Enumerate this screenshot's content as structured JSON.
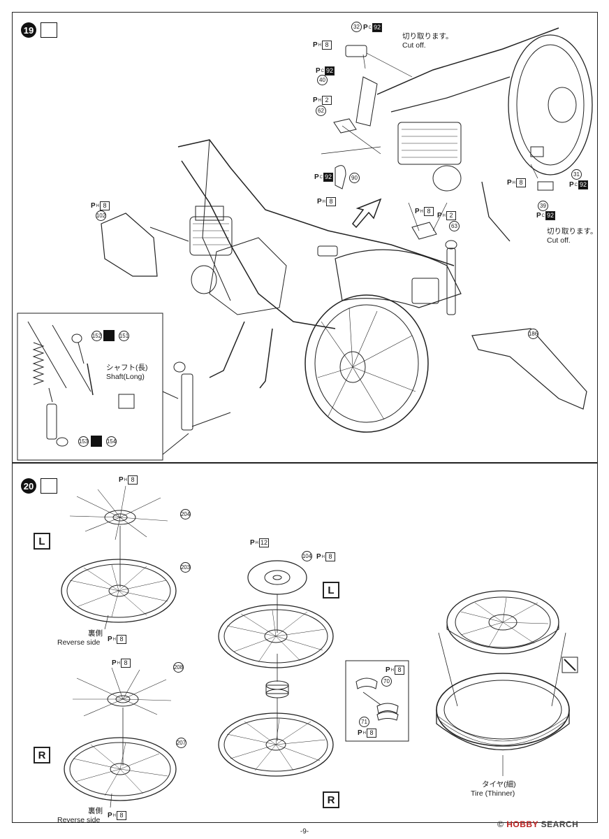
{
  "page_number": "-9-",
  "watermark": {
    "brand": "HOBBY",
    "brand2": "SEARCH",
    "logo_mark": "©"
  },
  "steps": [
    {
      "number": "19",
      "icon": "glue-hand-icon"
    },
    {
      "number": "20",
      "icon": "glue-hand-icon"
    }
  ],
  "step19": {
    "cut_off_top": {
      "jp": "切り取ります。",
      "en": "Cut off."
    },
    "cut_off_right": {
      "jp": "切り取ります。",
      "en": "Cut off."
    },
    "shaft_label": {
      "jp": "シャフト(長)",
      "en": "Shaft(Long)"
    },
    "tags": [
      {
        "id": "t1",
        "p": "P",
        "sub": "H",
        "num": "8"
      },
      {
        "id": "t2",
        "p": "P",
        "sub": "C",
        "num": "92"
      },
      {
        "id": "t3",
        "p": "P",
        "sub": "C",
        "num": "92"
      },
      {
        "id": "t4",
        "p": "P",
        "sub": "H",
        "num": "2"
      },
      {
        "id": "t5",
        "p": "P",
        "sub": "C",
        "num": "92"
      },
      {
        "id": "t6",
        "p": "P",
        "sub": "H",
        "num": "8"
      },
      {
        "id": "t7",
        "p": "P",
        "sub": "H",
        "num": "8"
      },
      {
        "id": "t8",
        "p": "P",
        "sub": "H",
        "num": "8"
      },
      {
        "id": "t9",
        "p": "P",
        "sub": "H",
        "num": "2"
      },
      {
        "id": "t10",
        "p": "P",
        "sub": "H",
        "num": "8"
      },
      {
        "id": "t11",
        "p": "P",
        "sub": "C",
        "num": "92"
      },
      {
        "id": "t12",
        "p": "P",
        "sub": "C",
        "num": "92"
      }
    ],
    "parts": [
      "32",
      "40",
      "62",
      "90",
      "102",
      "63",
      "31",
      "39",
      "152",
      "151",
      "186",
      "153",
      "154"
    ]
  },
  "step20": {
    "reverse_side": {
      "jp": "裏側",
      "en": "Reverse side"
    },
    "tire_label": {
      "jp": "タイヤ(細)",
      "en": "Tire (Thinner)"
    },
    "side_labels": [
      "L",
      "R",
      "L",
      "R"
    ],
    "tags": [
      {
        "id": "u1",
        "p": "P",
        "sub": "H",
        "num": "8"
      },
      {
        "id": "u2",
        "p": "P",
        "sub": "H",
        "num": "8"
      },
      {
        "id": "u3",
        "p": "P",
        "sub": "H",
        "num": "8"
      },
      {
        "id": "u4",
        "p": "P",
        "sub": "H",
        "num": "8"
      },
      {
        "id": "u5",
        "p": "P",
        "sub": "H",
        "num": "12"
      },
      {
        "id": "u6",
        "p": "P",
        "sub": "H",
        "num": "8"
      },
      {
        "id": "u7",
        "p": "P",
        "sub": "H",
        "num": "8"
      },
      {
        "id": "u8",
        "p": "P",
        "sub": "H",
        "num": "8"
      }
    ],
    "parts": [
      "204",
      "203",
      "208",
      "207",
      "104",
      "70",
      "71"
    ]
  }
}
